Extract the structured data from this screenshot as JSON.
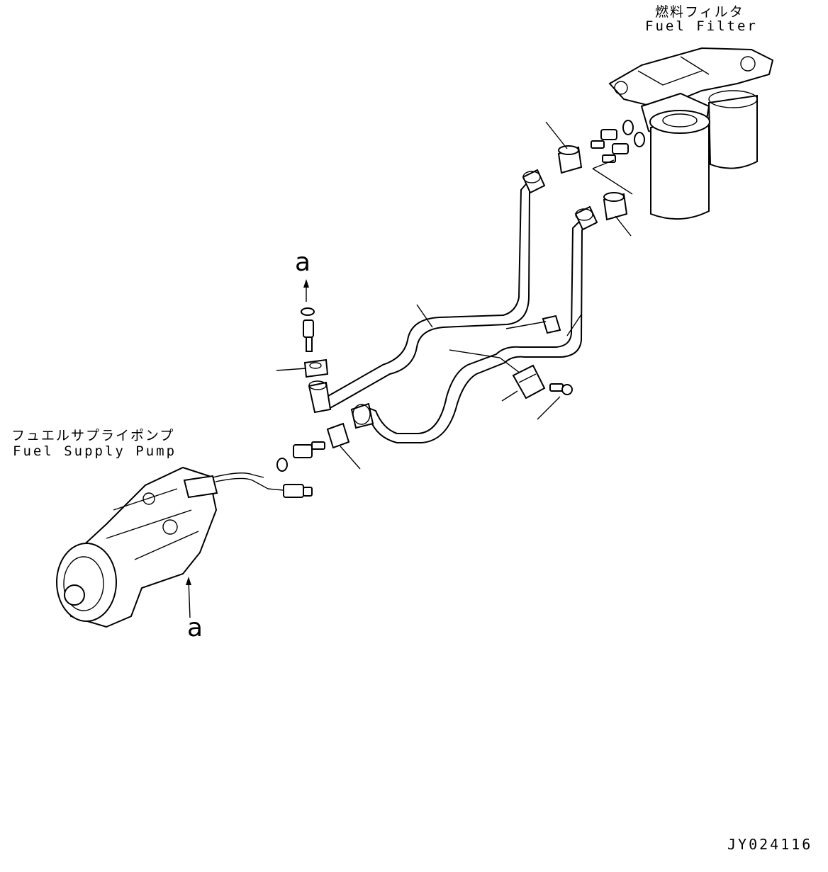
{
  "labels": {
    "fuel_filter_jp": "燃料フィルタ",
    "fuel_filter_en": "Fuel Filter",
    "pump_jp": "フュエルサプライポンプ",
    "pump_en": "Fuel Supply Pump",
    "callout_a_top": "a",
    "callout_a_bottom": "a",
    "drawing_code": "JY024116"
  }
}
